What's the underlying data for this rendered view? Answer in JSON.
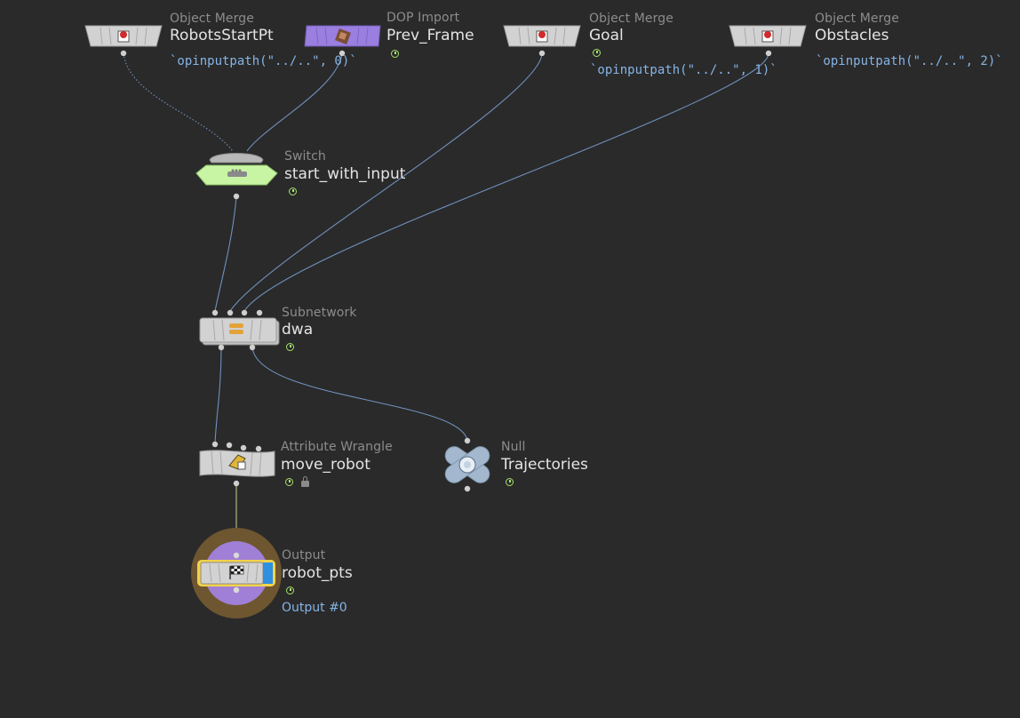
{
  "network": {
    "colors": {
      "background": "#2a2a2a",
      "wire": "#6f91bd",
      "wire_output": "#b5c88e",
      "node_body": "#d2d2d2",
      "switch_body": "#c8f5a4",
      "dop_import_body": "#9a7fe0",
      "output_ring": "#6e5630",
      "output_disc": "#a07fd7",
      "output_highlight": "#f2d24a",
      "null_body": "#a3b8ce",
      "expression_text": "#86b4e6",
      "type_text": "#8c8c8c",
      "name_text": "#e4e4e4",
      "time_dependent_icon": "#a6e36b"
    },
    "nodes": {
      "robots_start_pt": {
        "type": "Object Merge",
        "name": "RobotsStartPt",
        "expression": "`opinputpath(\"../..\", 0)`",
        "icon": "object-merge-icon"
      },
      "prev_frame": {
        "type": "DOP Import",
        "name": "Prev_Frame",
        "icon": "dop-import-icon",
        "time_dependent": true
      },
      "goal": {
        "type": "Object Merge",
        "name": "Goal",
        "expression": "`opinputpath(\"../..\", 1)`",
        "icon": "object-merge-icon",
        "time_dependent": true
      },
      "obstacles": {
        "type": "Object Merge",
        "name": "Obstacles",
        "expression": "`opinputpath(\"../..\", 2)`",
        "icon": "object-merge-icon"
      },
      "start_with_input": {
        "type": "Switch",
        "name": "start_with_input",
        "icon": "switch-icon",
        "time_dependent": true
      },
      "dwa": {
        "type": "Subnetwork",
        "name": "dwa",
        "icon": "subnetwork-icon",
        "time_dependent": true
      },
      "move_robot": {
        "type": "Attribute Wrangle",
        "name": "move_robot",
        "icon": "wrangle-icon",
        "time_dependent": true,
        "locked": true
      },
      "trajectories": {
        "type": "Null",
        "name": "Trajectories",
        "icon": "null-icon",
        "time_dependent": true
      },
      "robot_pts": {
        "type": "Output",
        "name": "robot_pts",
        "output_label": "Output #0",
        "icon": "checkered-flag-icon",
        "time_dependent": true,
        "display_flag": true
      }
    }
  }
}
